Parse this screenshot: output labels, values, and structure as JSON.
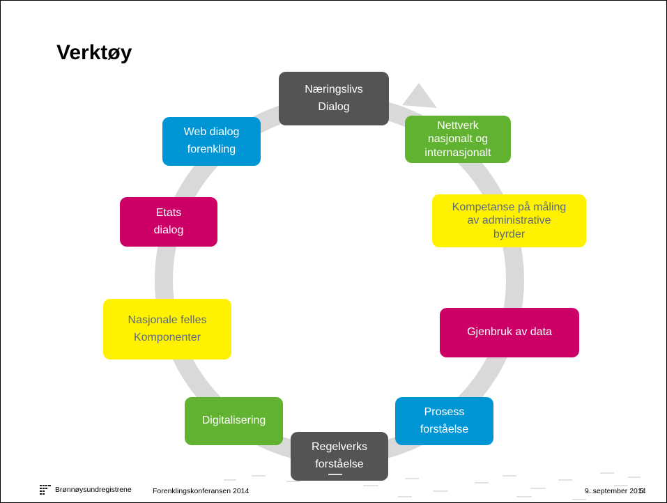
{
  "slide": {
    "title": "Verktøy",
    "nodes": [
      {
        "id": "naeringslivs",
        "label": "Næringslivs\nDialog",
        "color": "#545454"
      },
      {
        "id": "nettverk",
        "label": "Nettverk\nnasjonalt og\ninternasjonalt",
        "color": "#62b232"
      },
      {
        "id": "kompetanse",
        "label": "Kompetanse på måling\nav administrative\nbyrder",
        "color": "#fff200"
      },
      {
        "id": "gjenbruk",
        "label": "Gjenbruk av data",
        "color": "#cc0066"
      },
      {
        "id": "prosess",
        "label": "Prosess\nforståelse",
        "color": "#0096d6"
      },
      {
        "id": "regelverks",
        "label": "Regelverks\nforståelse",
        "color": "#545454"
      },
      {
        "id": "digitalisering",
        "label": "Digitalisering",
        "color": "#62b232"
      },
      {
        "id": "nasjonale",
        "label": "Nasjonale felles\nKomponenter",
        "color": "#fff200"
      },
      {
        "id": "etats",
        "label": "Etats\ndialog",
        "color": "#cc0066"
      },
      {
        "id": "webdialog",
        "label": "Web dialog\nforenkling",
        "color": "#0096d6"
      }
    ]
  },
  "footer": {
    "organization": "Brønnøysundregistrene",
    "conference": "Forenklingskonferansen 2014",
    "date": "9. september 2014",
    "page_number": "5"
  },
  "colors": {
    "ring": "#d9d9d9",
    "dark": "#545454",
    "green": "#62b232",
    "yellow": "#fff200",
    "magenta": "#cc0066",
    "blue": "#0096d6"
  }
}
